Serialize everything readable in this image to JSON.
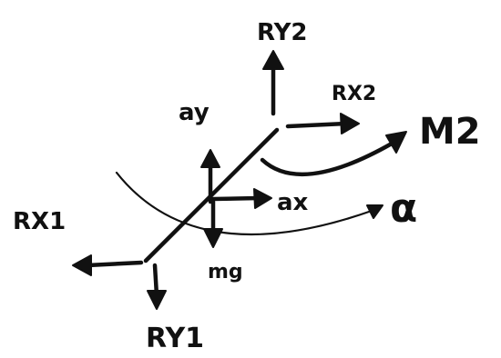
{
  "diagram": {
    "labels": {
      "ry2": "RY2",
      "rx2": "RX2",
      "m2": "M2",
      "ay": "ay",
      "ax": "ax",
      "alpha": "α",
      "rx1": "RX1",
      "mg": "mg",
      "ry1": "RY1"
    },
    "ink_color": "#111111",
    "background": "#ffffff"
  }
}
